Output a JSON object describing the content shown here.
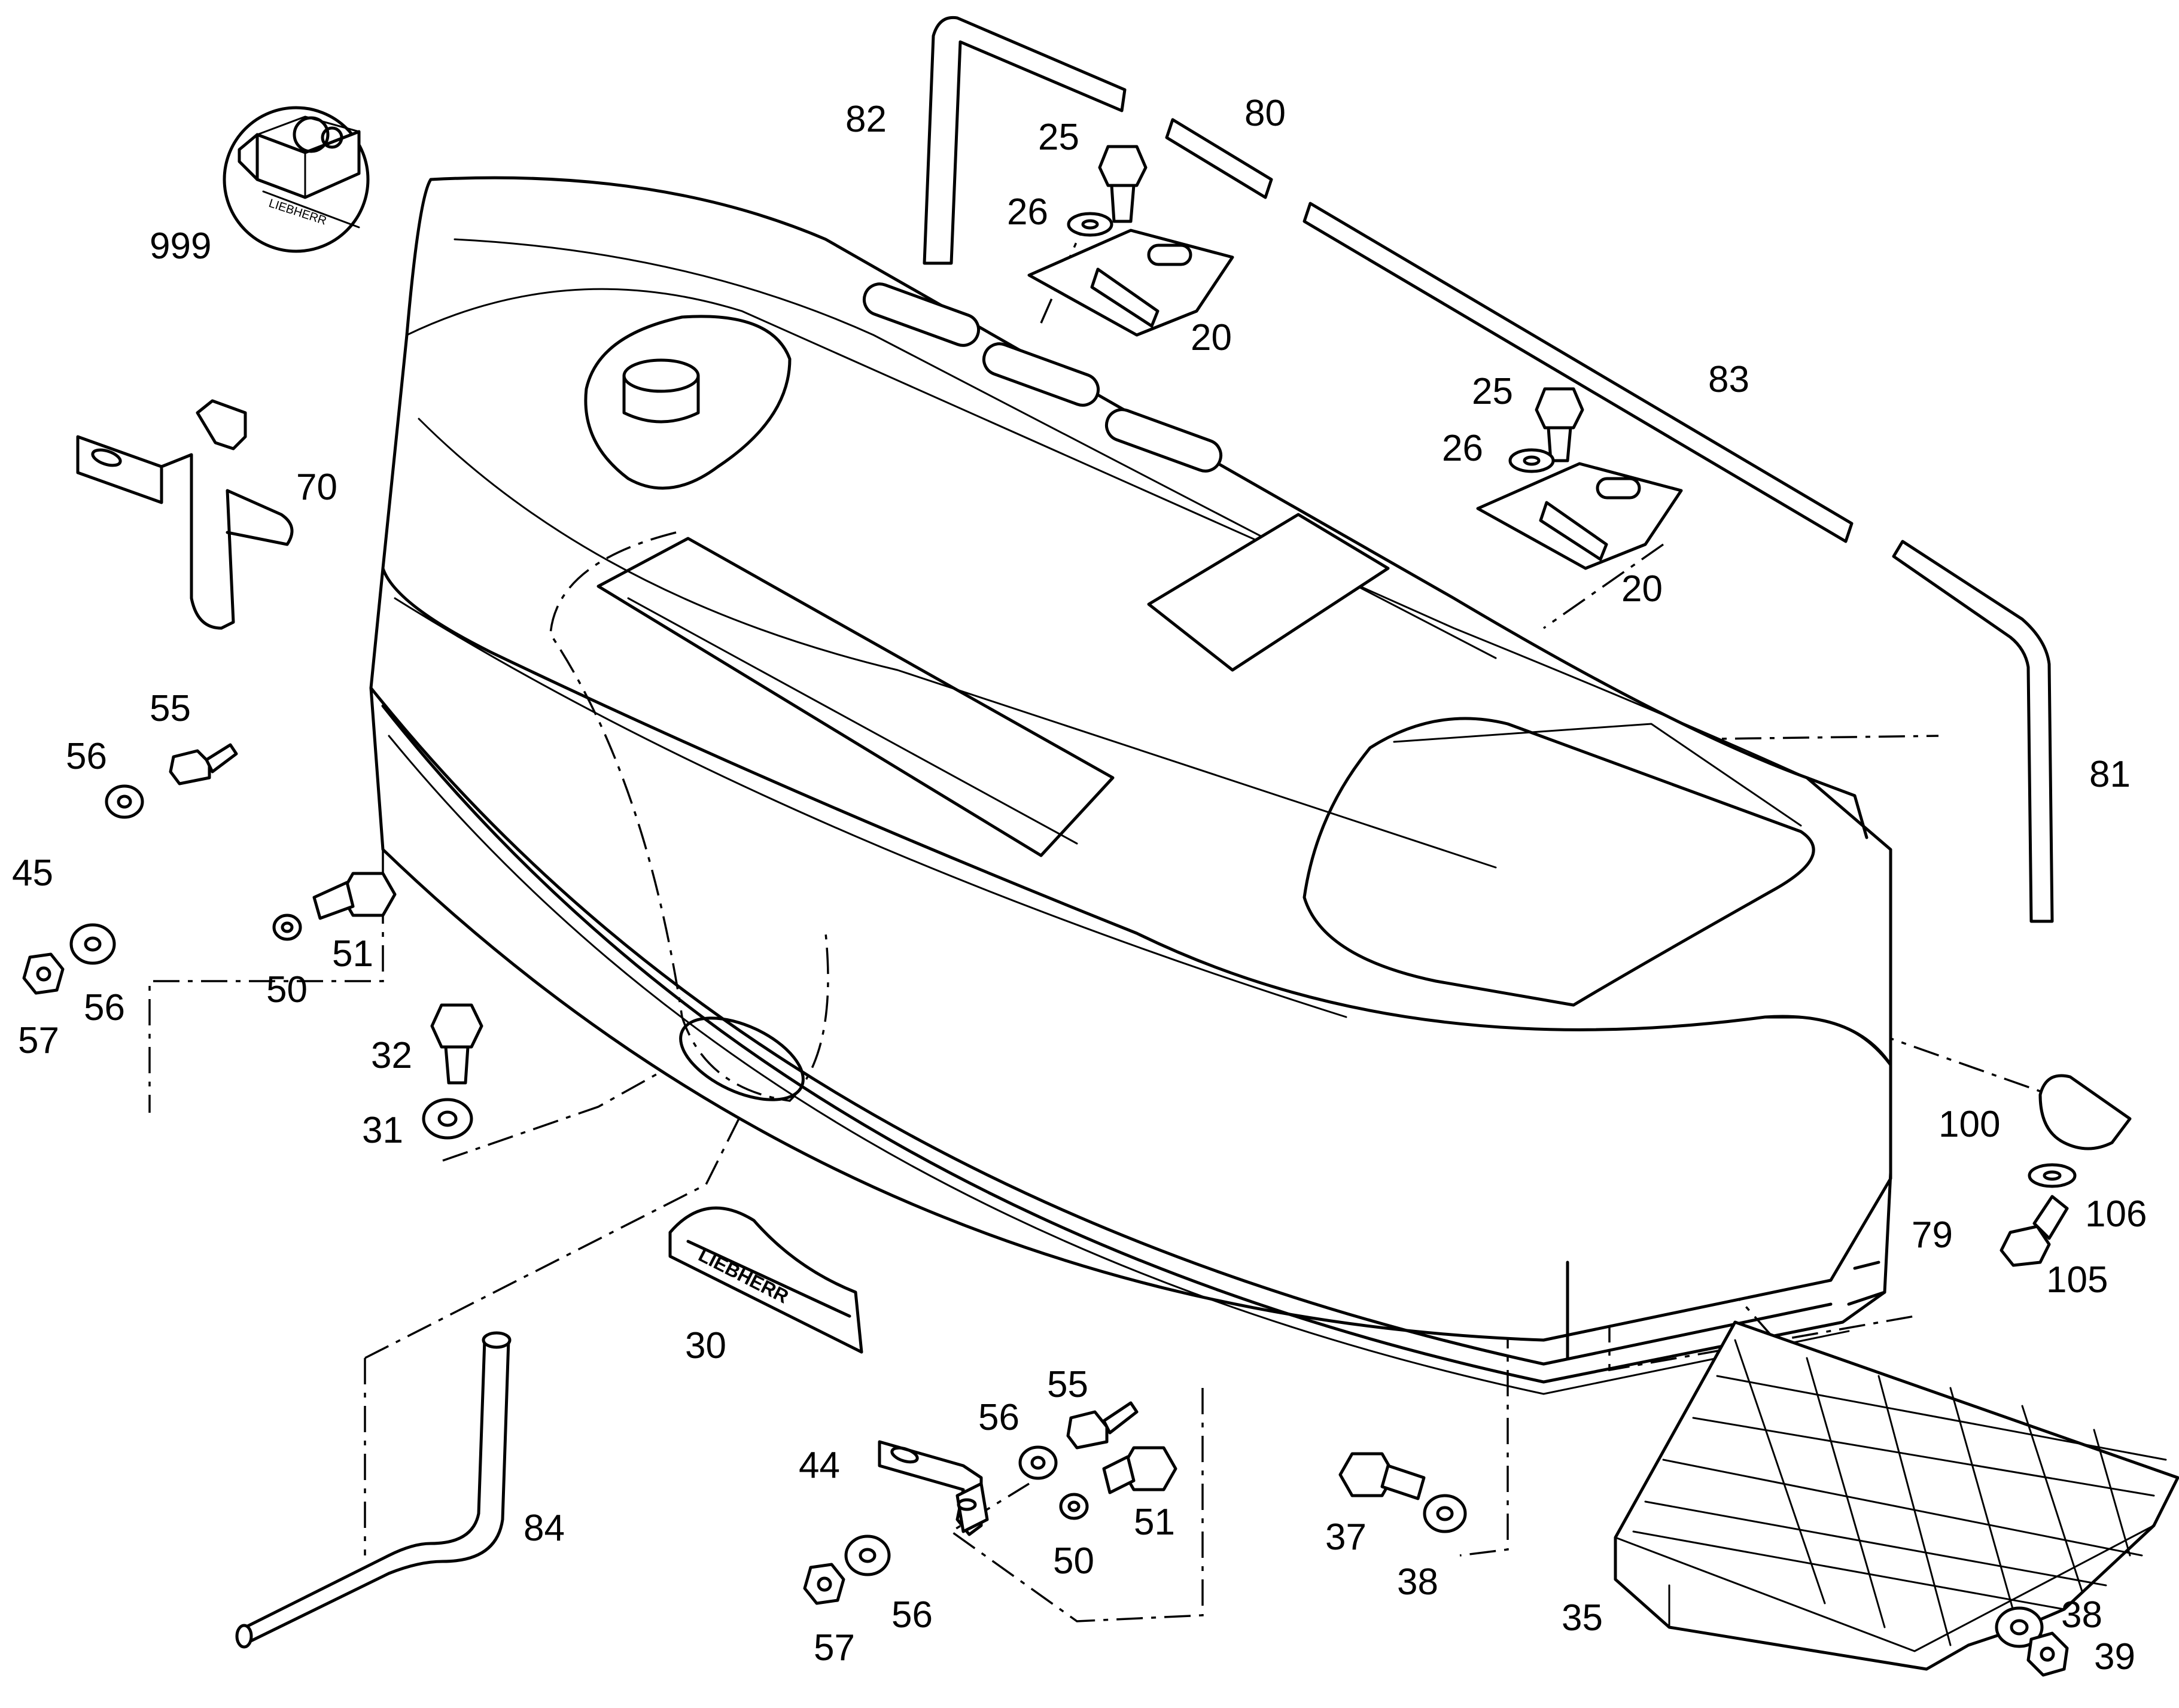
{
  "labels": {
    "p999": "999",
    "p82": "82",
    "p80": "80",
    "p25a": "25",
    "p26a": "26",
    "p20a": "20",
    "p83": "83",
    "p25b": "25",
    "p26b": "26",
    "p20b": "20",
    "p70": "70",
    "p81": "81",
    "p55a": "55",
    "p56a": "56",
    "p45": "45",
    "p51a": "51",
    "p50a": "50",
    "p56b": "56",
    "p57a": "57",
    "p32": "32",
    "p31": "31",
    "p100": "100",
    "p106": "106",
    "p105": "105",
    "p79": "79",
    "p30": "30",
    "p84": "84",
    "p55b": "55",
    "p56c": "56",
    "p44": "44",
    "p51b": "51",
    "p50b": "50",
    "p56d": "56",
    "p57b": "57",
    "p37": "37",
    "p38a": "38",
    "p35": "35",
    "p38b": "38",
    "p39": "39"
  },
  "badge_text": "LIEBHERR"
}
